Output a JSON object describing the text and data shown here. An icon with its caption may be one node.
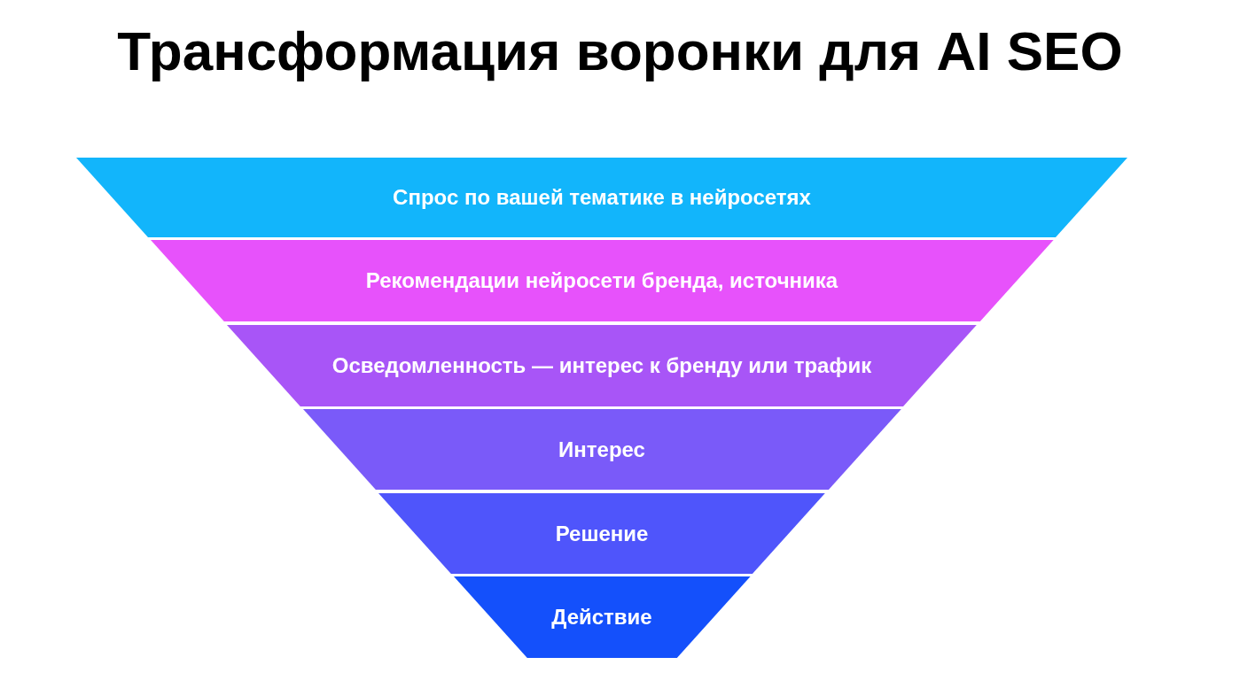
{
  "diagram": {
    "title": "Трансформация воронки для AI SEO",
    "nodes": [
      {
        "text": [
          "Спрос по вашей тематике в нейросетях"
        ]
      },
      {
        "text": [
          "Рекомендации нейросети бренда, источника"
        ]
      },
      {
        "text": [
          "Осведомленность — интерес к бренду или трафик"
        ]
      },
      {
        "text": [
          "Интерес"
        ]
      },
      {
        "text": [
          "Решение"
        ]
      },
      {
        "text": [
          "Действие"
        ]
      }
    ]
  }
}
